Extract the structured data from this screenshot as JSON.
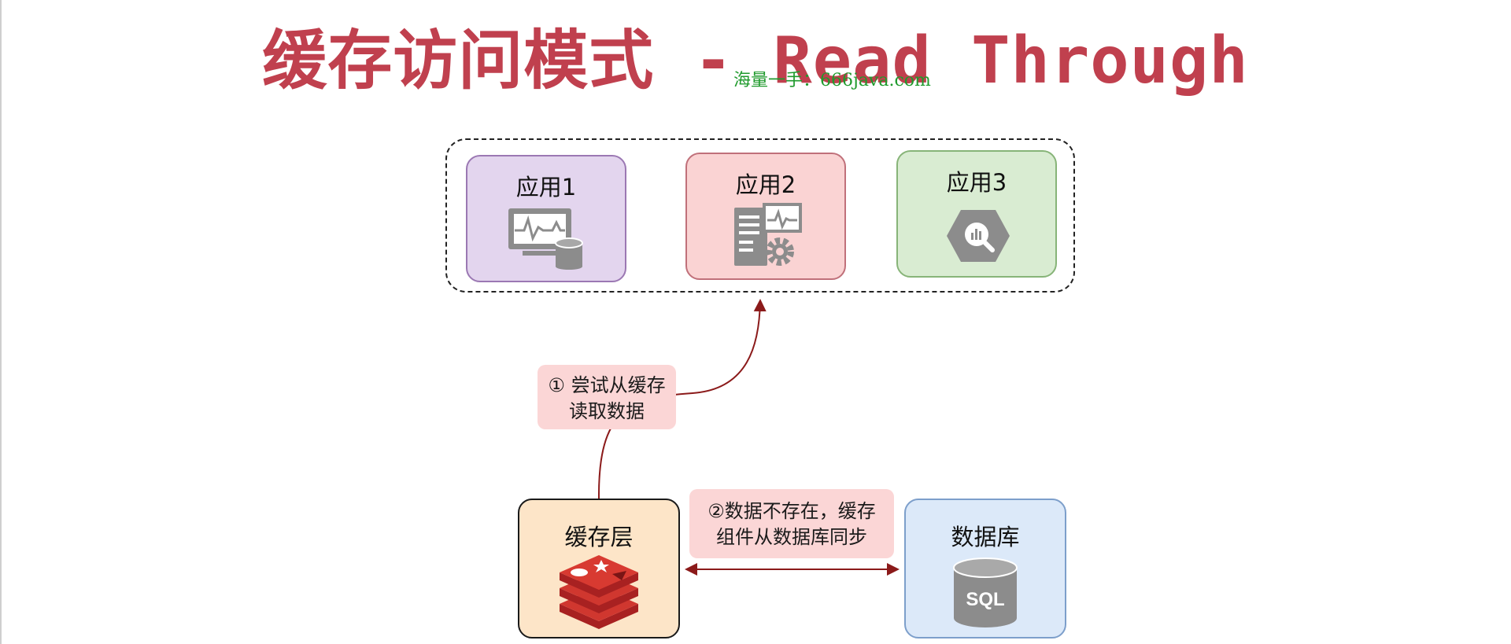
{
  "title": "缓存访问模式 - Read Through",
  "watermark": "海量一手：666java.com",
  "apps": [
    {
      "label": "应用1",
      "icon": "monitor-database-icon"
    },
    {
      "label": "应用2",
      "icon": "server-gear-icon"
    },
    {
      "label": "应用3",
      "icon": "bigquery-hexagon-icon"
    }
  ],
  "cache_layer": {
    "label": "缓存层",
    "icon": "redis-icon"
  },
  "database": {
    "label": "数据库",
    "icon": "sql-database-icon",
    "icon_text": "SQL"
  },
  "steps": [
    {
      "line1": "① 尝试从缓存",
      "line2": "读取数据"
    },
    {
      "line1": "②数据不存在，缓存",
      "line2": "组件从数据库同步"
    }
  ],
  "colors": {
    "title": "#c0404e",
    "arrow": "#8b1a1a",
    "app1_fill": "#e3d5ee",
    "app2_fill": "#fad3d3",
    "app3_fill": "#d9ecd2",
    "cache_fill": "#fde5c8",
    "db_fill": "#dce9f9",
    "note_fill": "#fbd6d6",
    "watermark": "#1f9a2c"
  }
}
